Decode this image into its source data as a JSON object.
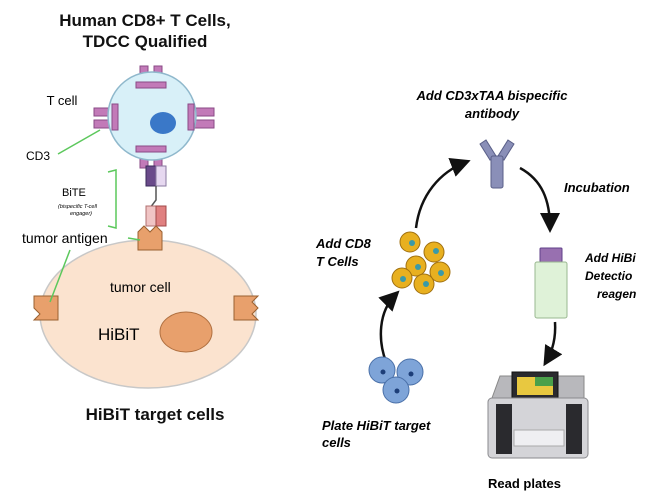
{
  "left_panel": {
    "title_line1": "Human CD8+ T Cells,",
    "title_line2": "TDCC Qualified",
    "t_cell_label": "T cell",
    "cd3_label": "CD3",
    "bite_label": "BiTE",
    "bite_sublabel1": "(bispecific T-cell",
    "bite_sublabel2": "engager)",
    "tumor_antigen_label": "tumor antigen",
    "tumor_cell_label": "tumor cell",
    "hibit_label": "HiBiT",
    "footer": "HiBiT target cells"
  },
  "right_panel": {
    "step_antibody_line1": "Add CD3xTAA bispecific",
    "step_antibody_line2": "antibody",
    "step_incubation": "Incubation",
    "step_cd8_line1": "Add CD8",
    "step_cd8_line2": "T Cells",
    "step_detection_line1": "Add HiBi",
    "step_detection_line2": "Detectio",
    "step_detection_line3": "reagen",
    "step_plate_line1": "Plate HiBiT target",
    "step_plate_line2": "cells",
    "step_read": "Read plates"
  },
  "colors": {
    "t_cell_fill": "#d8f0f8",
    "receptor": "#c27ab8",
    "nucleus": "#3a78c8",
    "tumor_fill": "#fbe3cf",
    "antigen": "#e8a06c",
    "leader_line": "#5cc85c",
    "antibody": "#8a8fb8",
    "cd8_cell": "#e8b020",
    "target_cell": "#7ea4d8",
    "reagent_bottle": "#dff2d8",
    "reagent_cap": "#9870b0"
  }
}
